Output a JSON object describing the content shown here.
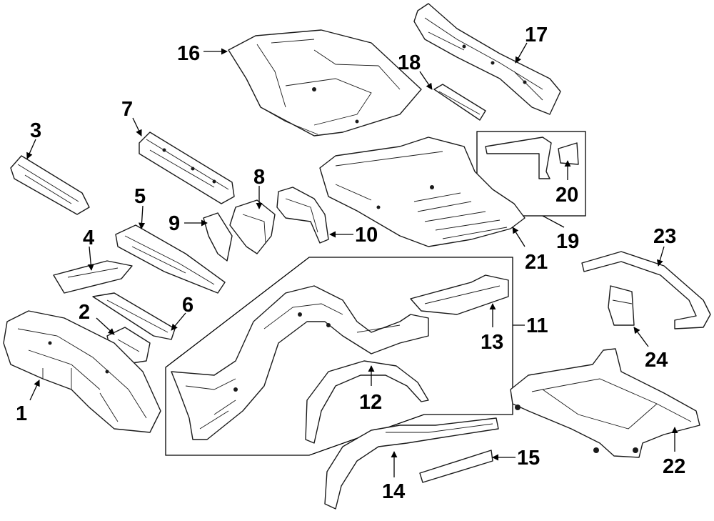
{
  "callouts": {
    "c1": "1",
    "c2": "2",
    "c3": "3",
    "c4": "4",
    "c5": "5",
    "c6": "6",
    "c7": "7",
    "c8": "8",
    "c9": "9",
    "c10": "10",
    "c11": "11",
    "c12": "12",
    "c13": "13",
    "c14": "14",
    "c15": "15",
    "c16": "16",
    "c17": "17",
    "c18": "18",
    "c19": "19",
    "c20": "20",
    "c21": "21",
    "c22": "22",
    "c23": "23",
    "c24": "24"
  },
  "colors": {
    "line": "#1a1a1a",
    "background": "#ffffff"
  }
}
